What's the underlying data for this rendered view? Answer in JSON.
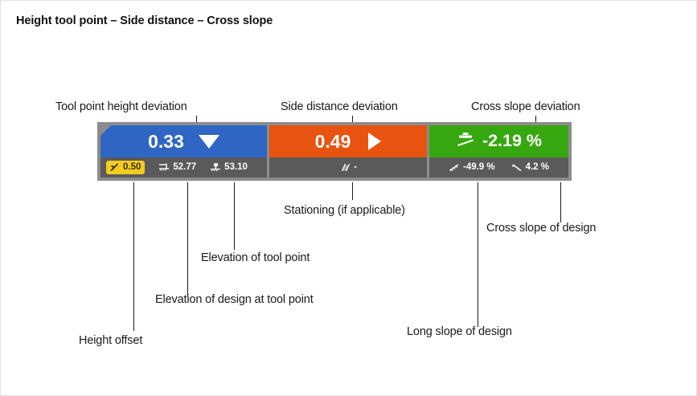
{
  "page": {
    "title": "Height tool point – Side distance – Cross slope"
  },
  "widget": {
    "panels": [
      {
        "name": "tool-point-height-deviation",
        "color": "#2f66c4",
        "value": "0.33",
        "indicator_icon": "arrow-down-icon",
        "fields": [
          {
            "name": "height-offset",
            "icon": "height-offset-icon",
            "value": "0.50",
            "highlight": "#f2cc1e"
          },
          {
            "name": "elevation-of-design-at-tool-point",
            "icon": "design-elevation-icon",
            "value": "52.77"
          },
          {
            "name": "elevation-of-tool-point",
            "icon": "tool-point-elevation-icon",
            "value": "53.10"
          }
        ]
      },
      {
        "name": "side-distance-deviation",
        "color": "#e8530f",
        "value": "0.49",
        "indicator_icon": "arrow-right-icon",
        "fields": [
          {
            "name": "stationing",
            "icon": "stationing-icon",
            "value": "-"
          }
        ]
      },
      {
        "name": "cross-slope-deviation",
        "color": "#37a70f",
        "value": "-2.19 %",
        "value_icon": "blade-slope-icon",
        "fields": [
          {
            "name": "long-slope-of-design",
            "icon": "long-slope-icon",
            "value": "-49.9 %"
          },
          {
            "name": "cross-slope-of-design",
            "icon": "cross-slope-icon",
            "value": "4.2 %"
          }
        ]
      }
    ]
  },
  "callouts": {
    "top": [
      {
        "name": "callout-tool-point-height-deviation",
        "text": "Tool point height deviation"
      },
      {
        "name": "callout-side-distance-deviation",
        "text": "Side distance deviation"
      },
      {
        "name": "callout-cross-slope-deviation",
        "text": "Cross slope deviation"
      }
    ],
    "bottom": [
      {
        "name": "callout-stationing",
        "text": "Stationing (if applicable)"
      },
      {
        "name": "callout-cross-slope-of-design",
        "text": "Cross slope of design"
      },
      {
        "name": "callout-elevation-of-tool-point",
        "text": "Elevation of tool point"
      },
      {
        "name": "callout-elevation-of-design-at-tool-point",
        "text": "Elevation of design at tool point"
      },
      {
        "name": "callout-long-slope-of-design",
        "text": "Long slope of design"
      },
      {
        "name": "callout-height-offset",
        "text": "Height offset"
      }
    ]
  }
}
